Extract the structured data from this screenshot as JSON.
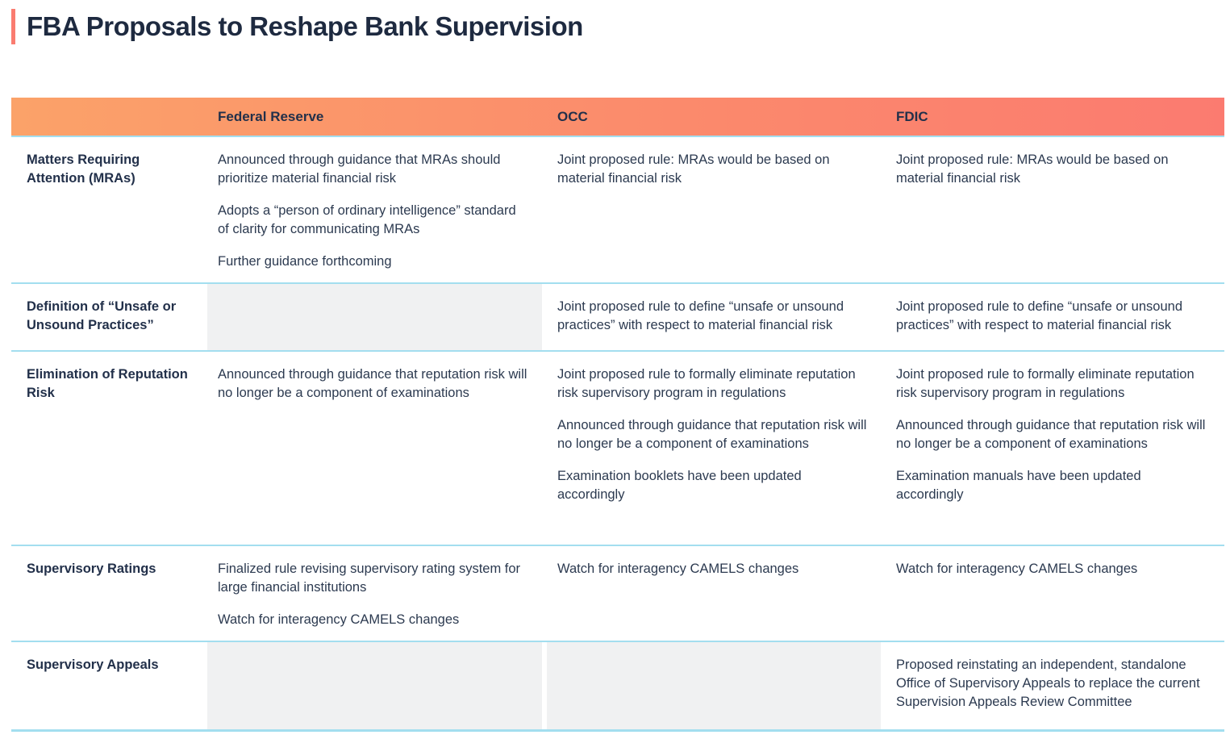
{
  "page": {
    "title": "FBA Proposals to Reshape Bank Supervision"
  },
  "colors": {
    "accent_bar": "#FA7C70",
    "title_text": "#1E2A40",
    "body_text": "#2C3A50",
    "header_gradient_left": "#FBA269",
    "header_gradient_right": "#FB7B70",
    "row_divider": "#A3DEEF",
    "empty_cell_background": "#F0F1F2"
  },
  "table": {
    "header": {
      "federal_reserve": "Federal Reserve",
      "occ": "OCC",
      "fdic": "FDIC"
    },
    "rows": [
      {
        "label": "Matters Requiring Attention (MRAs)",
        "fed": [
          "Announced through guidance that MRAs should prioritize material financial risk",
          "Adopts a “person of ordinary intelligence” standard of clarity for communicating MRAs",
          "Further guidance forthcoming"
        ],
        "occ": [
          "Joint proposed rule: MRAs would be based on material financial risk"
        ],
        "fdic": [
          "Joint proposed rule: MRAs would be based on material financial risk"
        ]
      },
      {
        "label": "Definition of “Unsafe or Unsound Practices”",
        "fed": [],
        "occ": [
          "Joint proposed rule to define “unsafe or unsound practices” with respect to material financial risk"
        ],
        "fdic": [
          "Joint proposed rule to define “unsafe or unsound practices” with respect to material financial risk"
        ]
      },
      {
        "label": "Elimination of Reputation Risk",
        "fed": [
          "Announced through guidance that reputation risk will no longer be a component of examinations"
        ],
        "occ": [
          "Joint proposed rule to formally eliminate reputation risk supervisory program in regulations",
          "Announced through guidance that reputation risk will no longer be a component of examinations",
          "Examination booklets have been updated accordingly"
        ],
        "fdic": [
          "Joint proposed rule to formally eliminate reputation risk supervisory program in regulations",
          "Announced through guidance that reputation risk will no longer be a component of examinations",
          "Examination manuals have been updated accordingly"
        ]
      },
      {
        "label": "Supervisory Ratings",
        "fed": [
          "Finalized rule revising supervisory rating system for large financial institutions",
          "Watch for interagency CAMELS changes"
        ],
        "occ": [
          "Watch for interagency CAMELS changes"
        ],
        "fdic": [
          "Watch for interagency CAMELS changes"
        ]
      },
      {
        "label": "Supervisory Appeals",
        "fed": [],
        "occ": [],
        "fdic": [
          "Proposed reinstating an independent, standalone Office of Supervisory Appeals to replace the current Supervision Appeals Review Committee"
        ]
      }
    ]
  }
}
